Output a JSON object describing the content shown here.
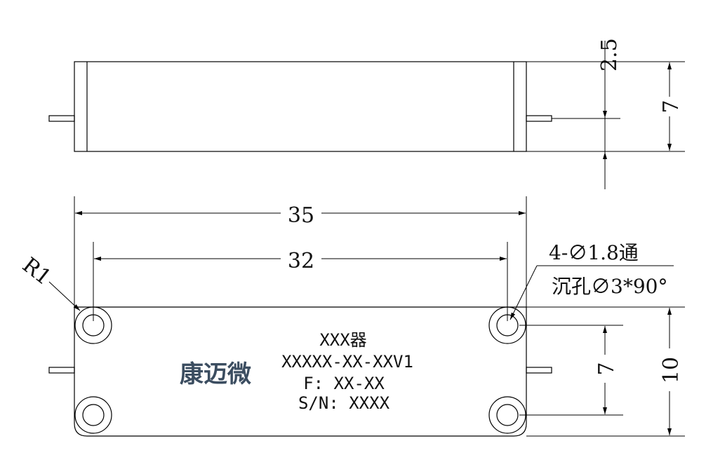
{
  "side_view": {
    "dims": {
      "top_offset": "2.5",
      "height": "7"
    }
  },
  "top_view": {
    "dims": {
      "overall_length": "35",
      "hole_spacing": "32",
      "hole_vertical_spacing": "7",
      "overall_width": "10",
      "corner_radius": "R1"
    },
    "hole_note": {
      "line1": "4-∅1.8通",
      "line2": "沉孔∅3*90°"
    },
    "label": {
      "brand": "康迈微",
      "line1": "XXX器",
      "line2": "XXXXX-XX-XXV1",
      "line3": "F: XX-XX",
      "line4": "S/N: XXXX"
    }
  }
}
